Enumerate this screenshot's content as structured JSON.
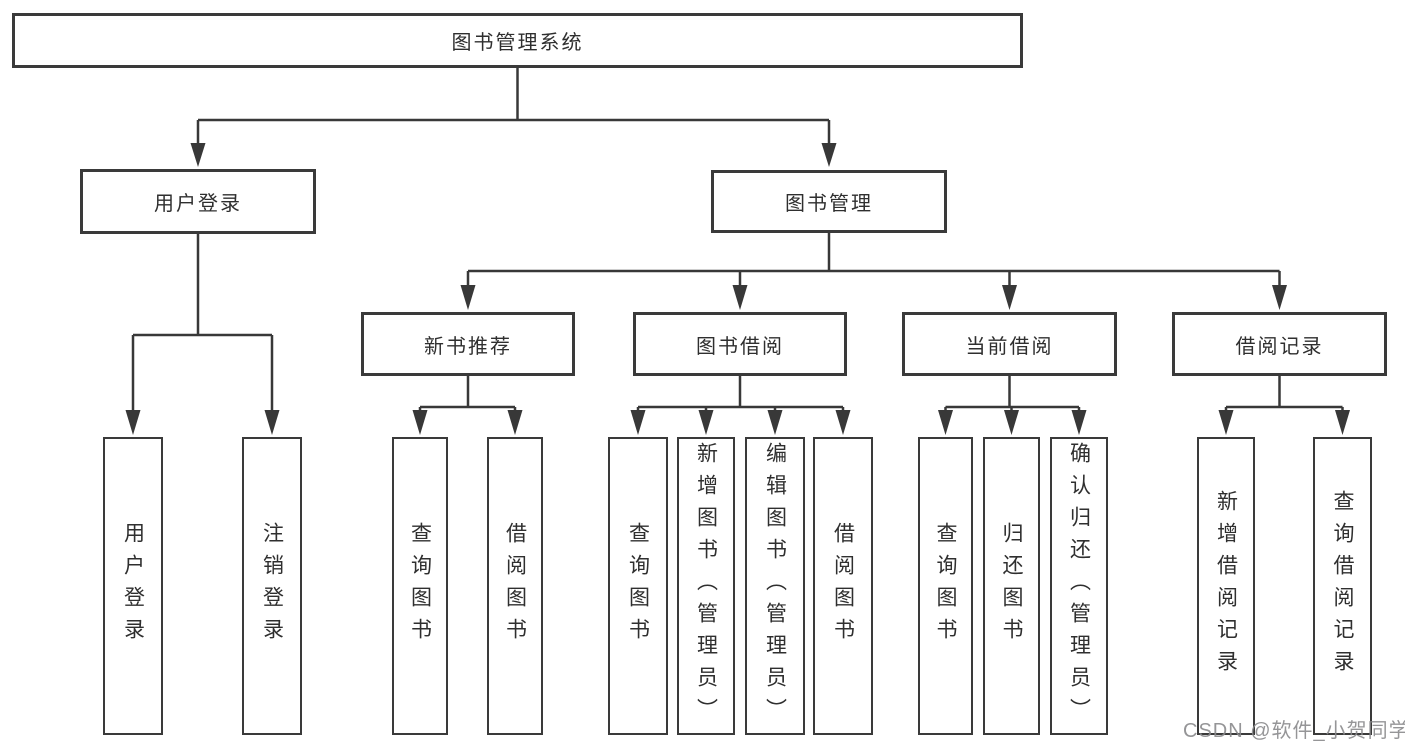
{
  "diagram": {
    "root": {
      "label": "图书管理系统"
    },
    "branches": [
      {
        "label": "用户登录",
        "children": [
          {
            "label": "用户登录"
          },
          {
            "label": "注销登录"
          }
        ]
      },
      {
        "label": "图书管理",
        "children": [
          {
            "label": "新书推荐",
            "children": [
              {
                "label": "查询图书"
              },
              {
                "label": "借阅图书"
              }
            ]
          },
          {
            "label": "图书借阅",
            "children": [
              {
                "label": "查询图书"
              },
              {
                "label": "新增图书（管理员）"
              },
              {
                "label": "编辑图书（管理员）"
              },
              {
                "label": "借阅图书"
              }
            ]
          },
          {
            "label": "当前借阅",
            "children": [
              {
                "label": "查询图书"
              },
              {
                "label": "归还图书"
              },
              {
                "label": "确认归还（管理员）"
              }
            ]
          },
          {
            "label": "借阅记录",
            "children": [
              {
                "label": "新增借阅记录"
              },
              {
                "label": "查询借阅记录"
              }
            ]
          }
        ]
      }
    ],
    "watermark": "CSDN @软件_小贺同学",
    "colors": {
      "box_border": "#3a3a3a",
      "connector": "#383838",
      "text": "#2f2f2f",
      "watermark": "#8a8a8c",
      "background": "#ffffff"
    }
  }
}
